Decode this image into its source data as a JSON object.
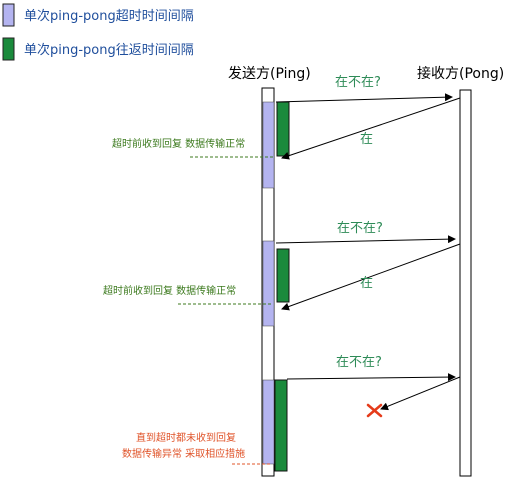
{
  "legend": {
    "timeout_label": "单次ping-pong超时时间间隔",
    "roundtrip_label": "单次ping-pong往返时间间隔",
    "timeout_color": "#b4b4f0",
    "roundtrip_color": "#1a8a3c"
  },
  "sender": {
    "title": "发送方(Ping)"
  },
  "receiver": {
    "title": "接收方(Pong)"
  },
  "rounds": [
    {
      "ping_label": "在不在?",
      "pong_label": "在",
      "note_lines": [
        "超时前收到回复 数据传输正常"
      ],
      "outcome": "ok"
    },
    {
      "ping_label": "在不在?",
      "pong_label": "在",
      "note_lines": [
        "超时前收到回复 数据传输正常"
      ],
      "outcome": "ok"
    },
    {
      "ping_label": "在不在?",
      "pong_label": "",
      "note_lines": [
        "直到超时都未收到回复",
        "数据传输异常 采取相应措施"
      ],
      "outcome": "fail"
    }
  ],
  "colors": {
    "ok_note": "#3c7a1e",
    "fail_note": "#e0542a",
    "fail_mark": "#e53b1a"
  }
}
